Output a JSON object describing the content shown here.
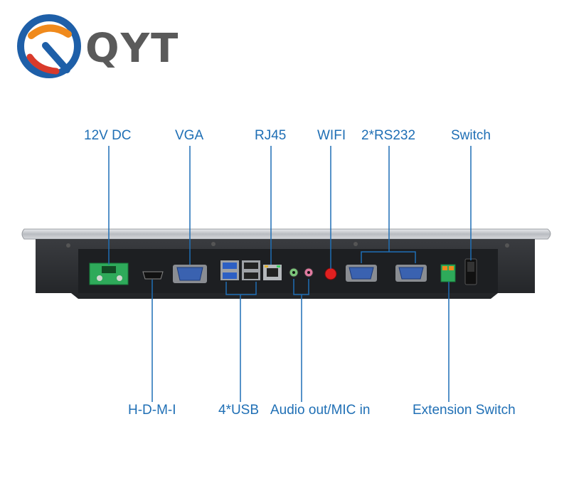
{
  "brand": {
    "name": "QYT",
    "logo_colors": {
      "blue": "#1e5fa8",
      "orange": "#f08a1c",
      "red": "#d93a2b"
    }
  },
  "labels_top": {
    "dc": "12V DC",
    "vga": "VGA",
    "rj45": "RJ45",
    "wifi": "WIFI",
    "rs232": "2*RS232",
    "switch": "Switch"
  },
  "labels_bottom": {
    "hdmi": "H-D-M-I",
    "usb": "4*USB",
    "audio": "Audio out/MIC in",
    "ext_switch": "Extension Switch"
  },
  "colors": {
    "label": "#1f6fb5",
    "panel_dark": "#2b2d30",
    "bezel_silver": "#c9ccd0",
    "connector_green": "#2eaa5a",
    "vga_blue": "#3a62b0",
    "wifi_red": "#e02020"
  }
}
